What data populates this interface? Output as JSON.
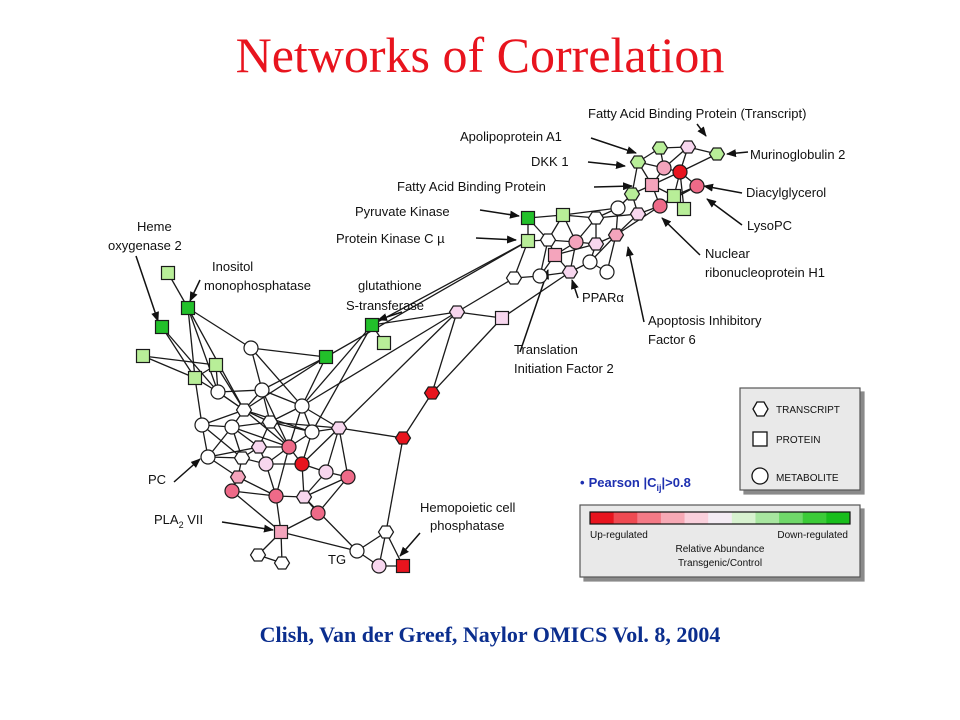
{
  "title": "Networks of Correlation",
  "citation": "Clish, Van der Greef, Naylor  OMICS  Vol. 8, 2004",
  "colors": {
    "title": "#e8141e",
    "citation": "#0b2e8e",
    "pearson": "#1d2fb0",
    "up": "#e8141e",
    "down": "#22c02a"
  },
  "labels": {
    "fabp_transcript": "Fatty Acid Binding Protein (Transcript)",
    "apolipoprotein": "Apolipoprotein A1",
    "murinoglobulin": "Murinoglobulin 2",
    "dkk1": "DKK 1",
    "fabp": "Fatty Acid Binding Protein",
    "diacylglycerol": "Diacylglycerol",
    "pyruvate_kinase": "Pyruvate Kinase",
    "lysopc": "LysoPC",
    "heme_1": "Heme",
    "heme_2": "oxygenase 2",
    "pkc": "Protein Kinase C µ",
    "nuclear_1": "Nuclear",
    "nuclear_2": "ribonucleoprotein H1",
    "inositol_1": "Inositol",
    "inositol_2": "monophosphatase",
    "gst_1": "glutathione",
    "gst_2": "S-transferase",
    "ppar": "PPARα",
    "apoptosis_1": "Apoptosis Inhibitory",
    "apoptosis_2": "Factor 6",
    "translation_1": "Translation",
    "translation_2": "Initiation Factor 2",
    "pc": "PC",
    "pla2_prefix": "PLA",
    "pla2_sub": "2",
    "pla2_suffix": " VII",
    "tg": "TG",
    "hemopoietic_1": "Hemopoietic cell",
    "hemopoietic_2": "phosphatase"
  },
  "legend": {
    "transcript": "TRANSCRIPT",
    "protein": "PROTEIN",
    "metabolite": "METABOLITE"
  },
  "pearson": {
    "bullet": "•",
    "prefix": "Pearson  |C",
    "sub": "ij",
    "suffix": "|>0.8"
  },
  "colorbar": {
    "up": "Up-regulated",
    "down": "Down-regulated",
    "caption_1": "Relative Abundance",
    "caption_2": "Transgenic/Control",
    "stops": [
      "#e8141e",
      "#ef4a52",
      "#f47a86",
      "#f7a9b5",
      "#fad0dc",
      "#f4ecf4",
      "#d8f2d0",
      "#a8e6a0",
      "#70d86a",
      "#3ccb38",
      "#18be1c"
    ]
  }
}
